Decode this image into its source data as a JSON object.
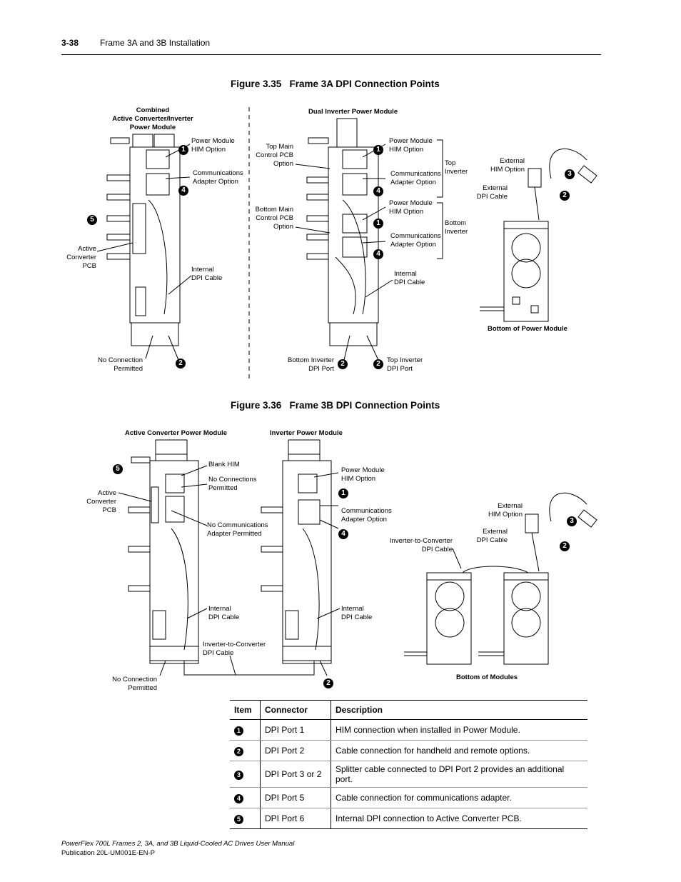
{
  "header": {
    "page_number": "3-38",
    "section_title": "Frame 3A and 3B Installation"
  },
  "figure_35": {
    "caption": "Figure 3.35   Frame 3A DPI Connection Points",
    "left_title": "Combined\nActive Converter/Inverter\nPower Module",
    "middle_title": "Dual Inverter Power Module",
    "labels": {
      "pm_him": "Power Module\nHIM Option",
      "comm": "Communications\nAdapter Option",
      "active_converter": "Active\nConverter\nPCB",
      "internal_cable": "Internal\nDPI Cable",
      "no_connection": "No Connection\nPermitted",
      "top_main": "Top Main\nControl PCB\nOption",
      "bottom_main": "Bottom Main\nControl PCB\nOption",
      "pm_him_2": "Power Module\nHIM Option",
      "comm_2": "Communications\nAdapter Option",
      "pm_him_3": "Power Module\nHIM Option",
      "comm_3": "Communications\nAdapter Option",
      "top_inverter": "Top\nInverter",
      "bottom_inverter": "Bottom\nInverter",
      "internal_cable_2": "Internal\nDPI Cable",
      "bottom_inv_port": "Bottom Inverter\nDPI Port",
      "top_inv_port": "Top Inverter\nDPI Port",
      "ext_him": "External\nHIM Option",
      "ext_cable": "External\nDPI Cable",
      "bottom_pm": "Bottom of Power Module"
    }
  },
  "figure_36": {
    "caption": "Figure 3.36   Frame 3B DPI Connection Points",
    "left_title": "Active Converter Power Module",
    "middle_title": "Inverter Power Module",
    "labels": {
      "blank_him": "Blank HIM",
      "no_connections": "No Connections\nPermitted",
      "no_comm": "No Communications\nAdapter Permitted",
      "active_converter": "Active\nConverter\nPCB",
      "internal_cable": "Internal\nDPI Cable",
      "inv_to_conv": "Inverter-to-Converter\nDPI Cable",
      "no_connection": "No Connection\nPermitted",
      "pm_him": "Power Module\nHIM Option",
      "comm": "Communications\nAdapter Option",
      "internal_cable_2": "Internal\nDPI Cable",
      "inv_to_conv_2": "Inverter-to-Converter\nDPI Cable",
      "ext_him": "External\nHIM Option",
      "ext_cable": "External\nDPI Cable",
      "bottom_modules": "Bottom of Modules"
    }
  },
  "callouts": {
    "n1": "1",
    "n2": "2",
    "n3": "3",
    "n4": "4",
    "n5": "5"
  },
  "table": {
    "headers": [
      "Item",
      "Connector",
      "Description"
    ],
    "rows": [
      {
        "item": "1",
        "connector": "DPI Port 1",
        "description": "HIM connection when installed in Power Module."
      },
      {
        "item": "2",
        "connector": "DPI Port 2",
        "description": "Cable connection for handheld and remote options."
      },
      {
        "item": "3",
        "connector": "DPI Port 3 or 2",
        "description": "Splitter cable connected to DPI Port 2 provides an additional port."
      },
      {
        "item": "4",
        "connector": "DPI Port 5",
        "description": "Cable connection for communications adapter."
      },
      {
        "item": "5",
        "connector": "DPI Port 6",
        "description": "Internal DPI connection to Active Converter PCB."
      }
    ]
  },
  "footer": {
    "manual_title": "PowerFlex 700L Frames 2, 3A, and 3B Liquid-Cooled AC Drives User Manual",
    "publication": "Publication 20L-UM001E-EN-P"
  }
}
